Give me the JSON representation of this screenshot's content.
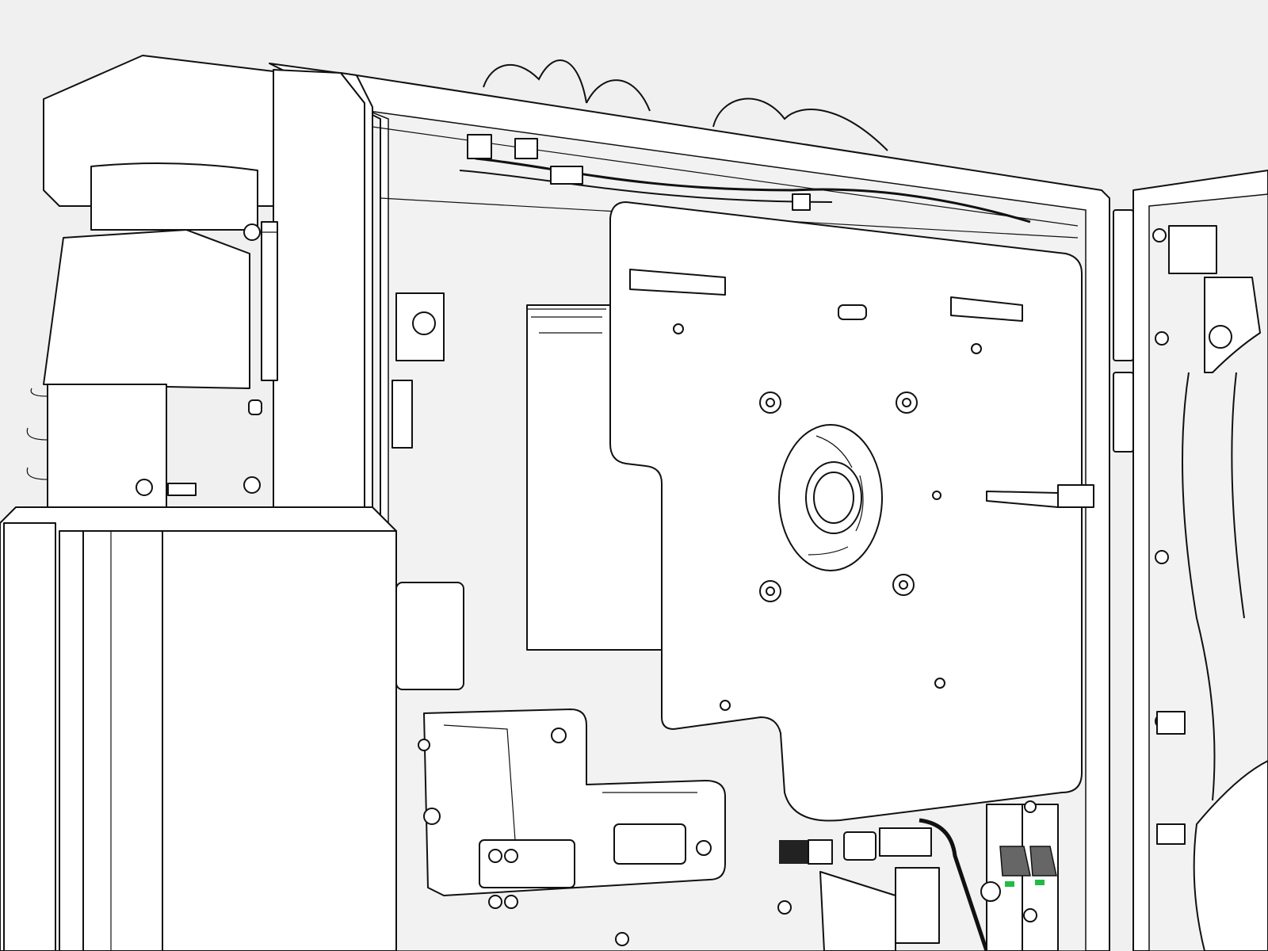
{
  "colors": {
    "background": "#f0f0f0",
    "line": "#111111",
    "part_fill": "#ffffff",
    "breaker_handle": "#666666",
    "indicator_green": "#22bb44"
  },
  "illustration": {
    "style": "technical line drawing",
    "components": [
      "cabinet-frame",
      "left-column-housing",
      "mounting-plate",
      "fan",
      "cable-harness",
      "right-door",
      "circuit-breakers",
      "connectors"
    ]
  }
}
